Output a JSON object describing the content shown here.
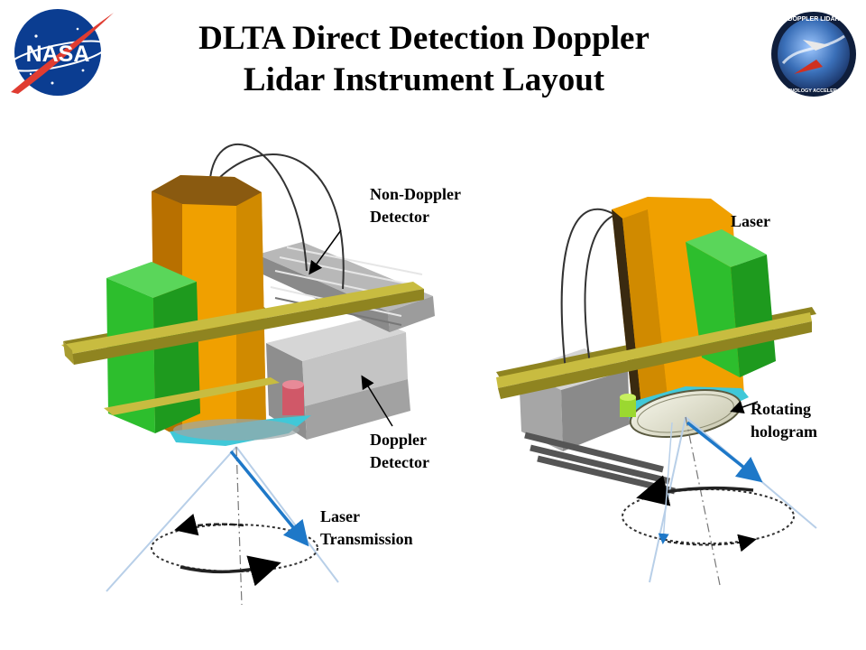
{
  "title": {
    "line1": "DLTA Direct Detection Doppler",
    "line2": "Lidar Instrument Layout"
  },
  "logos": {
    "nasa": {
      "text": "NASA",
      "icon": "nasa-meatball-logo"
    },
    "doppler_lidar": {
      "text_top": "DOPPLER LIDAR",
      "text_bottom": "TECHNOLOGY ACCELERATOR",
      "icon": "doppler-lidar-badge"
    }
  },
  "labels": {
    "non_doppler_line1": "Non-Doppler",
    "non_doppler_line2": "Detector",
    "doppler_line1": "Doppler",
    "doppler_line2": "Detector",
    "laser_transmission_line1": "Laser",
    "laser_transmission_line2": "Transmission",
    "laser": "Laser",
    "rotating_line1": "Rotating",
    "rotating_line2": "hologram"
  },
  "colors": {
    "telescope_orange": "#F0A000",
    "telescope_dark": "#B87000",
    "laser_green": "#2DBE2D",
    "frame_olive": "#B8A830",
    "detector_gray": "#A8A8A8",
    "beam_blue": "#1E78C8",
    "hologram_cyan": "#40C8D8",
    "nasa_blue": "#0B3D91",
    "nasa_red": "#E03C31"
  }
}
